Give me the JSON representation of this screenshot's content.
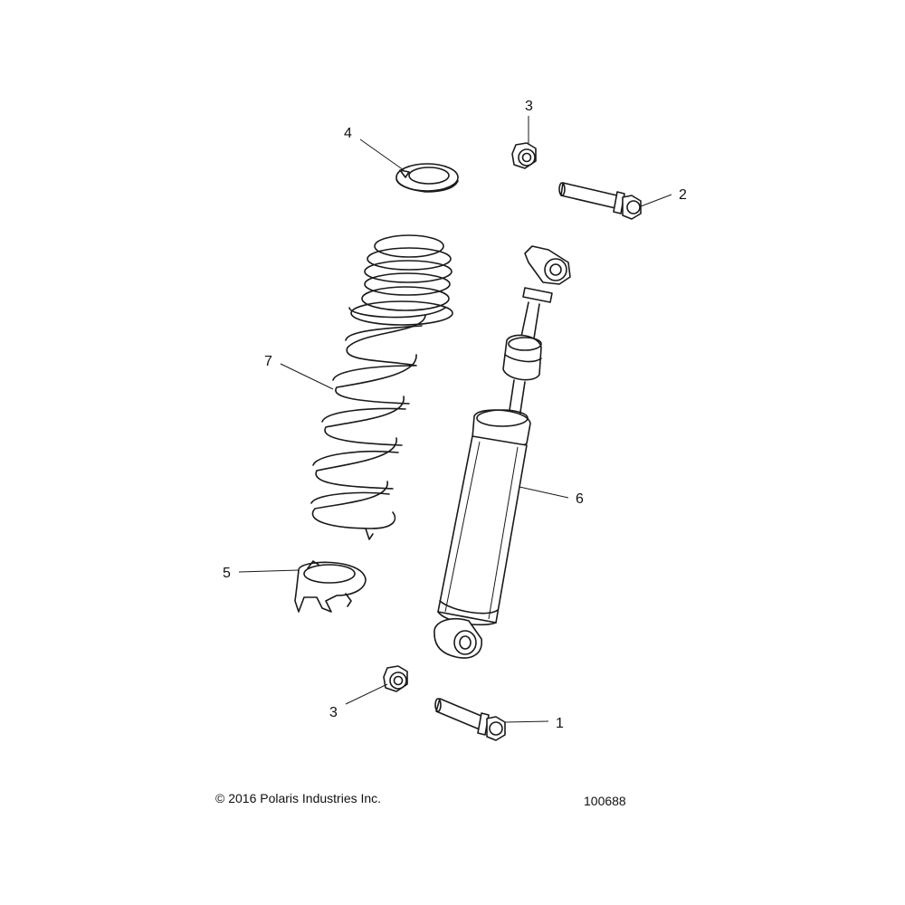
{
  "callouts": {
    "c1": "1",
    "c2": "2",
    "c3_top": "3",
    "c3_bottom": "3",
    "c4": "4",
    "c5": "5",
    "c6": "6",
    "c7": "7"
  },
  "footer": {
    "copyright": "© 2016 Polaris Industries Inc.",
    "drawing_number": "100688"
  }
}
